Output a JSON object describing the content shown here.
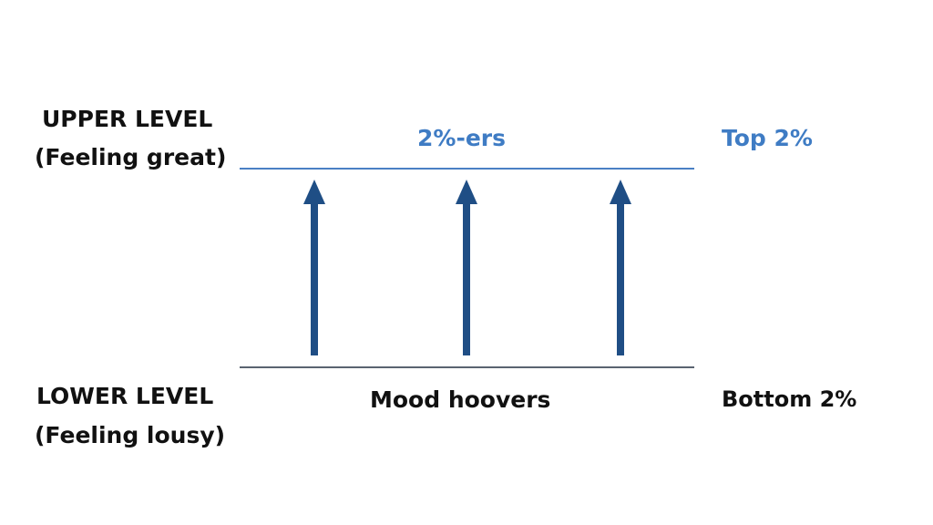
{
  "upper": {
    "title": "UPPER LEVEL",
    "subtitle": "(Feeling great)",
    "center_label": "2%-ers",
    "right_label": "Top 2%"
  },
  "lower": {
    "title": "LOWER LEVEL",
    "subtitle": "(Feeling lousy)",
    "center_label": "Mood hoovers",
    "right_label": "Bottom 2%"
  },
  "colors": {
    "upper_line": "#4a80c4",
    "lower_line": "#5a6470",
    "arrow": "#1f4e85",
    "accent_text": "#3f7cc4"
  }
}
